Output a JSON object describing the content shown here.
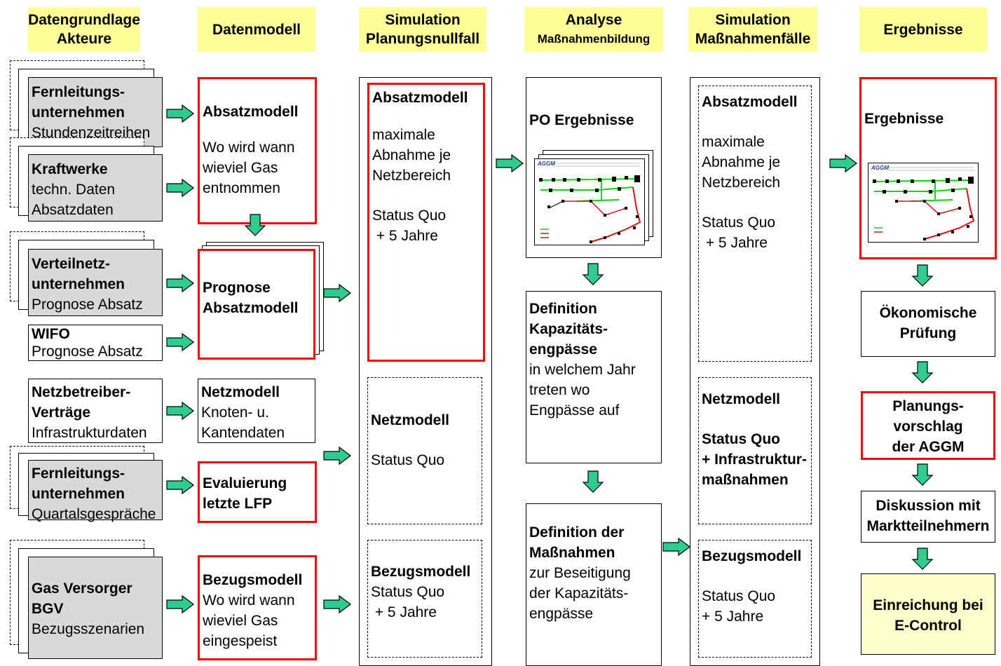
{
  "headers": {
    "col1": [
      "Datengrundlage",
      "Akteure"
    ],
    "col2": "Datenmodell",
    "col3": [
      "Simulation",
      "Planungsnullfall"
    ],
    "col4": [
      "Analyse",
      "Maßnahmenbildung"
    ],
    "col5": [
      "Simulation",
      "Maßnahmenfälle"
    ],
    "col6": "Ergebnisse"
  },
  "col1": {
    "fernleitung1": {
      "title": [
        "Fernleitungs-",
        "unternehmen"
      ],
      "sub": "Stundenzeitreihen"
    },
    "kraftwerke": {
      "title": "Kraftwerke",
      "sub": [
        "techn. Daten",
        "Absatzdaten"
      ]
    },
    "verteilnetz": {
      "title": [
        "Verteilnetz-",
        "unternehmen"
      ],
      "sub": "Prognose Absatz"
    },
    "wifo": {
      "title": "WIFO",
      "sub": "Prognose Absatz"
    },
    "netzbetreiber": {
      "title": [
        "Netzbetreiber-",
        "Verträge"
      ],
      "sub": "Infrastrukturdaten"
    },
    "fernleitung2": {
      "title": [
        "Fernleitungs-",
        "unternehmen"
      ],
      "sub": "Quartalsgespräche"
    },
    "gasversorger": {
      "title": [
        "Gas Versorger",
        "BGV"
      ],
      "sub": "Bezugsszenarien"
    }
  },
  "col2": {
    "absatzmodell": {
      "title": "Absatzmodell",
      "body": [
        "Wo wird wann",
        "wieviel Gas",
        "entnommen"
      ]
    },
    "prognose": {
      "title": [
        "Prognose",
        "Absatzmodell"
      ]
    },
    "netzmodell": {
      "title": "Netzmodell",
      "body": [
        "Knoten- u.",
        "Kantendaten"
      ]
    },
    "evaluierung": {
      "title": [
        "Evaluierung",
        "letzte LFP"
      ]
    },
    "bezugsmodell": {
      "title": "Bezugsmodell",
      "body": [
        "Wo wird wann",
        "wieviel Gas",
        "eingespeist"
      ]
    }
  },
  "col3": {
    "absatzmodell": {
      "title": "Absatzmodell",
      "body": [
        "maximale",
        "Abnahme je",
        "Netzbereich"
      ],
      "status": [
        "Status Quo",
        " + 5 Jahre"
      ]
    },
    "netzmodell": {
      "title": "Netzmodell",
      "status": "Status Quo"
    },
    "bezugsmodell": {
      "title": "Bezugsmodell",
      "status": [
        "Status Quo",
        " + 5 Jahre"
      ]
    }
  },
  "col4": {
    "po": {
      "title": "PO Ergebnisse"
    },
    "engpaesse": {
      "title": [
        "Definition",
        "Kapazitäts-",
        "engpässe"
      ],
      "body": [
        "in welchem Jahr",
        "treten wo",
        "Engpässe auf"
      ]
    },
    "massnahmen": {
      "title": [
        "Definition der",
        "Maßnahmen"
      ],
      "body": [
        "zur Beseitigung",
        "der Kapazitäts-",
        "engpässe"
      ]
    },
    "thumb_logo": "AGGM"
  },
  "col5": {
    "absatzmodell": {
      "title": "Absatzmodell",
      "body": [
        "maximale",
        "Abnahme je",
        "Netzbereich"
      ],
      "status": [
        "Status Quo",
        " + 5 Jahre"
      ]
    },
    "netzmodell": {
      "title": "Netzmodell",
      "status": [
        "Status Quo",
        "+ Infrastruktur-",
        "maßnahmen"
      ]
    },
    "bezugsmodell": {
      "title": "Bezugsmodell",
      "status": [
        "Status Quo",
        "+ 5 Jahre"
      ]
    }
  },
  "col6": {
    "ergebnisse": {
      "title": "Ergebnisse"
    },
    "oekonomisch": [
      "Ökonomische",
      "Prüfung"
    ],
    "planungsvorschlag": [
      "Planungs-",
      "vorschlag",
      "der AGGM"
    ],
    "diskussion": [
      "Diskussion mit",
      "Marktteilnehmern"
    ],
    "einreichung": [
      "Einreichung bei",
      "E-Control"
    ],
    "thumb_logo": "AGGM"
  },
  "colors": {
    "header_bg": "#ffff99",
    "arrow_fill": "#2ecc8f",
    "highlight_border": "#ff0000",
    "actor_bg": "#d9d9d9",
    "final_bg": "#ffffcc"
  }
}
